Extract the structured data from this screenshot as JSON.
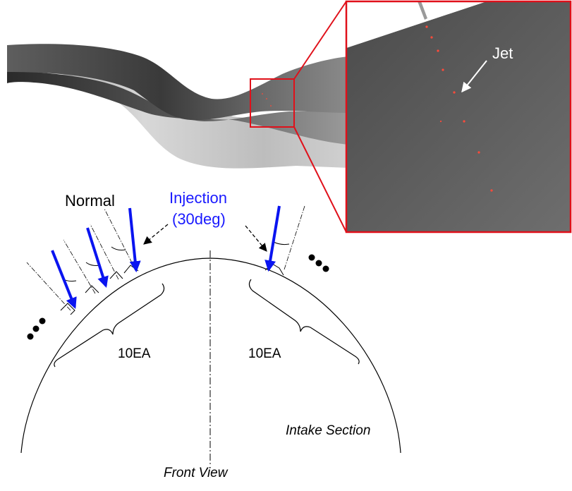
{
  "labels": {
    "jet": "Jet",
    "normal": "Normal",
    "injection_line1": "Injection",
    "injection_line2": "(30deg)",
    "count_left": "10EA",
    "count_right": "10EA",
    "intake_section": "Intake Section",
    "front_view": "Front View"
  },
  "colors": {
    "injection_arrow": "#0a14f0",
    "injection_text": "#1a1aff",
    "zoom_box": "#e0101a",
    "jet_marker": "#ff4a3a"
  }
}
